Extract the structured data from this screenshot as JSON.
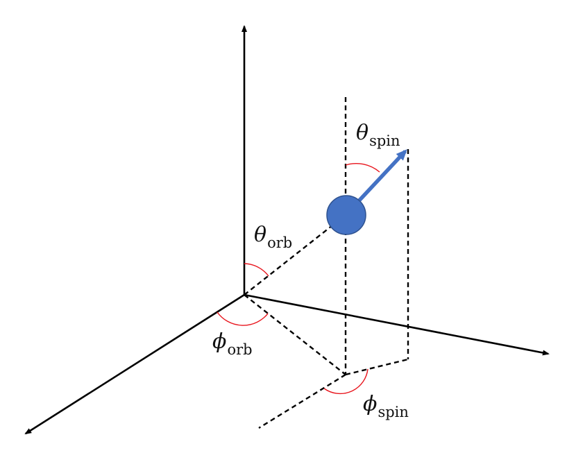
{
  "labels": {
    "theta_orb": {
      "symbol": "θ",
      "subscript": "orb"
    },
    "theta_spin": {
      "symbol": "θ",
      "subscript": "spin"
    },
    "phi_orb": {
      "symbol": "ϕ",
      "subscript": "orb"
    },
    "phi_spin": {
      "symbol": "ϕ",
      "subscript": "spin"
    }
  },
  "colors": {
    "axis": "#000000",
    "angle_arc": "#e8141c",
    "sphere_fill": "#4472c4",
    "sphere_stroke": "#2f528f",
    "spin_vector": "#4472c4"
  }
}
